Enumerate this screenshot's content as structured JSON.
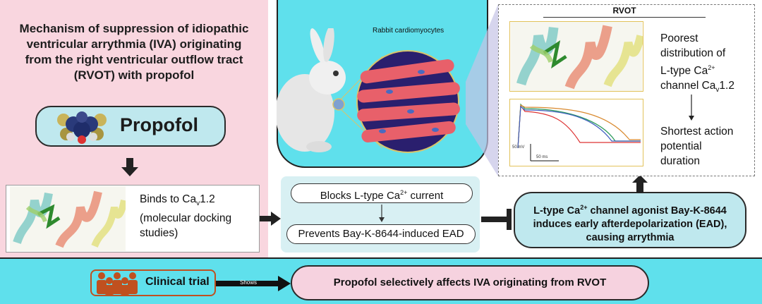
{
  "title": "Mechanism of suppression of idiopathic ventricular arrythmia (IVA) originating from the right ventricular outflow tract (RVOT) with propofol",
  "drug": {
    "label": "Propofol"
  },
  "binding": {
    "line1_prefix": "Binds to Ca",
    "line1_sub": "v",
    "line1_suffix": "1.2",
    "line2": "(molecular docking",
    "line3": "studies)"
  },
  "mechanism": {
    "block_prefix": "Blocks L-type Ca",
    "block_sup": "2+",
    "block_suffix": " current",
    "prevent": "Prevents Bay-K-8644-induced EAD"
  },
  "agonist": {
    "prefix": "L-type Ca",
    "sup": "2+",
    "suffix": " channel agonist Bay-K-8644",
    "line2": "induces early afterdepolarization (EAD),",
    "line3": "causing arrythmia"
  },
  "rabbit": {
    "cardiomyocytes_label": "Rabbit cardiomyocytes"
  },
  "rvot": {
    "title": "RVOT",
    "poorest_line1": "Poorest",
    "poorest_line2": "distribution of",
    "poorest_line3_prefix": "L-type Ca",
    "poorest_line3_sup": "2+",
    "poorest_line4_prefix": "channel Ca",
    "poorest_line4_sub": "v",
    "poorest_line4_suffix": "1.2",
    "shortest_line1": "Shortest action",
    "shortest_line2": "potential",
    "shortest_line3": "duration",
    "scale_v": "50 mV",
    "scale_t": "50 ms"
  },
  "clinical": {
    "label": "Clinical trial",
    "shows": "Shows",
    "result": "Propofol selectively affects IVA originating from RVOT"
  },
  "colors": {
    "pink": "#f9d6df",
    "cyan": "#5fe0ec",
    "light_cyan": "#bfe8ee",
    "orange": "#c0501f",
    "muscle": "#e8606a"
  }
}
